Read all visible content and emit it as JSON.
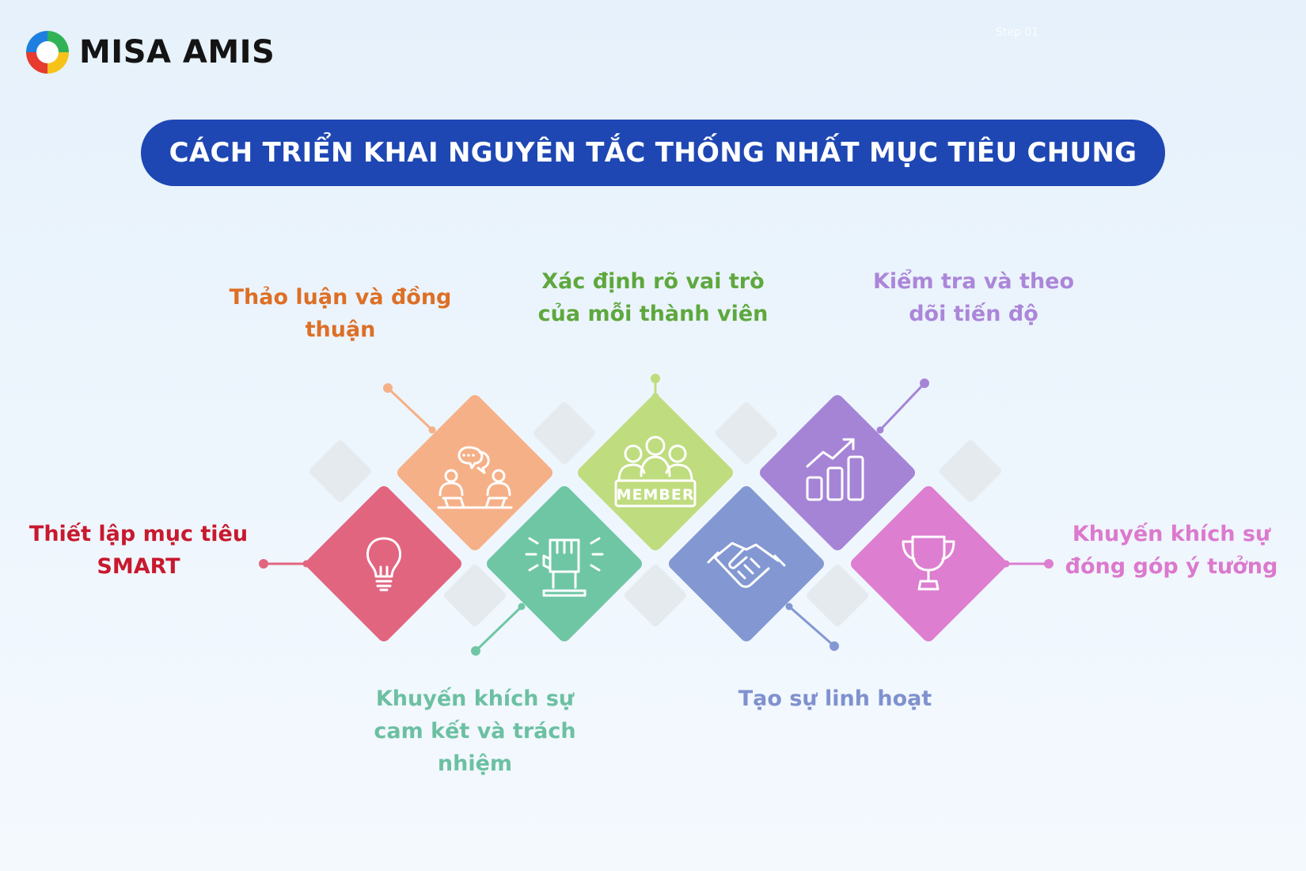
{
  "brand": {
    "name": "MISA AMIS",
    "step_text": "Step 01"
  },
  "title": "CÁCH TRIỂN KHAI NGUYÊN TẮC THỐNG NHẤT MỤC TIÊU CHUNG",
  "steps": [
    {
      "lines": [
        "Thiết lập mục tiêu",
        "SMART"
      ],
      "color": "#e2657f",
      "label_color": "#c8192e",
      "icon": "lightbulb-icon"
    },
    {
      "lines": [
        "Thảo luận và đồng",
        "thuận"
      ],
      "color": "#f6b087",
      "label_color": "#dd6f26",
      "icon": "discussion-icon"
    },
    {
      "lines": [
        "Khuyến khích sự",
        "cam kết và trách",
        "nhiệm"
      ],
      "color": "#6fc6a5",
      "label_color": "#6cc0a2",
      "icon": "raised-fist-icon"
    },
    {
      "lines": [
        "Xác định rõ vai trò",
        "của mỗi thành viên"
      ],
      "color": "#bfdc7f",
      "label_color": "#5ea83e",
      "icon": "team-members-icon",
      "icon_text": "MEMBER"
    },
    {
      "lines": [
        "Tạo sự linh hoạt"
      ],
      "color": "#8398d2",
      "label_color": "#7f91ce",
      "icon": "handshake-icon"
    },
    {
      "lines": [
        "Kiểm tra và theo",
        "dõi tiến độ"
      ],
      "color": "#a584d6",
      "label_color": "#ab86d9",
      "icon": "growth-chart-icon"
    },
    {
      "lines": [
        "Khuyến khích sự",
        "đóng góp ý tưởng"
      ],
      "color": "#dd7ed0",
      "label_color": "#dc79cd",
      "icon": "trophy-icon"
    }
  ],
  "colors": {
    "banner": "#1e47b4",
    "ghost_tile": "#e5eaef"
  }
}
